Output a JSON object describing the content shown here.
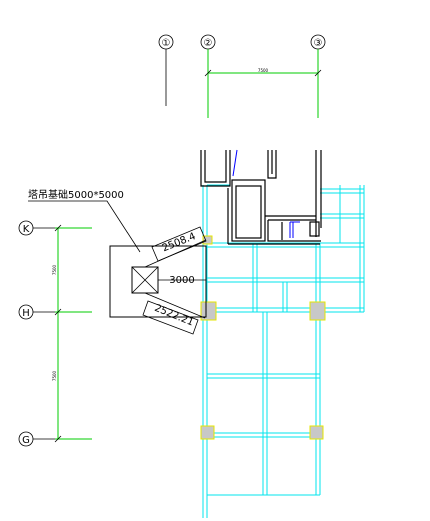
{
  "axes": {
    "vertical": [
      "①",
      "②",
      "③"
    ],
    "horizontal": [
      "K",
      "H",
      "G"
    ]
  },
  "dimensions": {
    "top_span": "7500",
    "left_span_upper": "7500",
    "left_span_lower": "7500"
  },
  "annotations": {
    "tower_label": "塔吊基础5000*5000",
    "dim_diag_upper": "2508.4",
    "dim_horizontal": "3000",
    "dim_diag_lower": "2522.21"
  },
  "colors": {
    "grid_cyan": "#00e5ee",
    "dim_green": "#00cc00",
    "highlight_yellow": "#e6e600",
    "column_fill": "#c8c8c8",
    "outline_black": "#000000",
    "accent_blue": "#0000ff"
  }
}
